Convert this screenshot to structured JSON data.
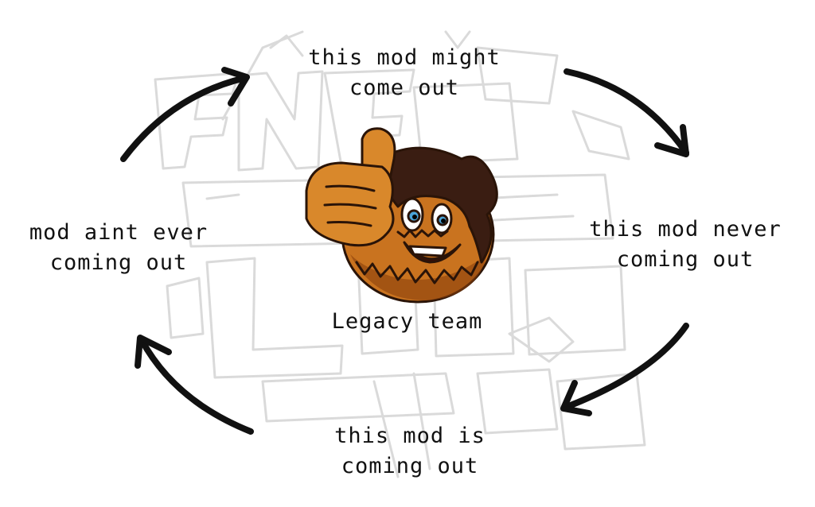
{
  "diagram": {
    "cycle": [
      {
        "line1": "this mod might",
        "line2": "come out"
      },
      {
        "line1": "this mod never",
        "line2": "coming out"
      },
      {
        "line1": "this mod is",
        "line2": "coming out"
      },
      {
        "line1": "mod aint ever",
        "line2": "coming out"
      }
    ],
    "center_caption": "Legacy team",
    "center_icon": "thumbs-up-character-icon",
    "background_watermark_text": "FNF",
    "colors": {
      "arrow": "#111111",
      "text": "#111111",
      "watermark": "#d9d9d9",
      "face": "#c9731f",
      "hair": "#3a1d12"
    }
  }
}
